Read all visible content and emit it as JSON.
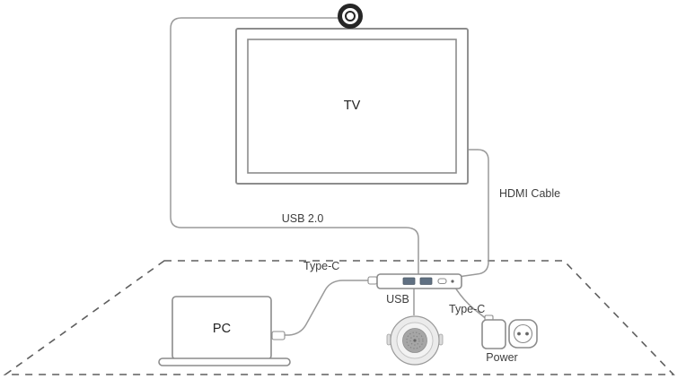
{
  "labels": {
    "tv": "TV",
    "pc": "PC",
    "usb20": "USB 2.0",
    "hdmi_cable": "HDMI Cable",
    "typec_pc": "Type-C",
    "usb_speakerphone": "USB",
    "typec_power": "Type-C",
    "power": "Power"
  },
  "icons": {
    "camera": "webcam-icon",
    "tv": "tv-icon",
    "laptop": "laptop-icon",
    "hub": "usb-hub-icon",
    "speakerphone": "speakerphone-icon",
    "power_adapter": "power-adapter-icon",
    "power_plug": "power-plug-icon"
  },
  "colors": {
    "background": "#ffffff",
    "cable": "#9a9a9a",
    "device_outline": "#8c8c8c",
    "desk_dash": "#5f5f5f",
    "text": "#3d3d3d",
    "camera_ring": "#262626",
    "speaker_body": "#ebebeb",
    "speaker_grille": "#a6a6a6",
    "usb_port": "#607082"
  }
}
